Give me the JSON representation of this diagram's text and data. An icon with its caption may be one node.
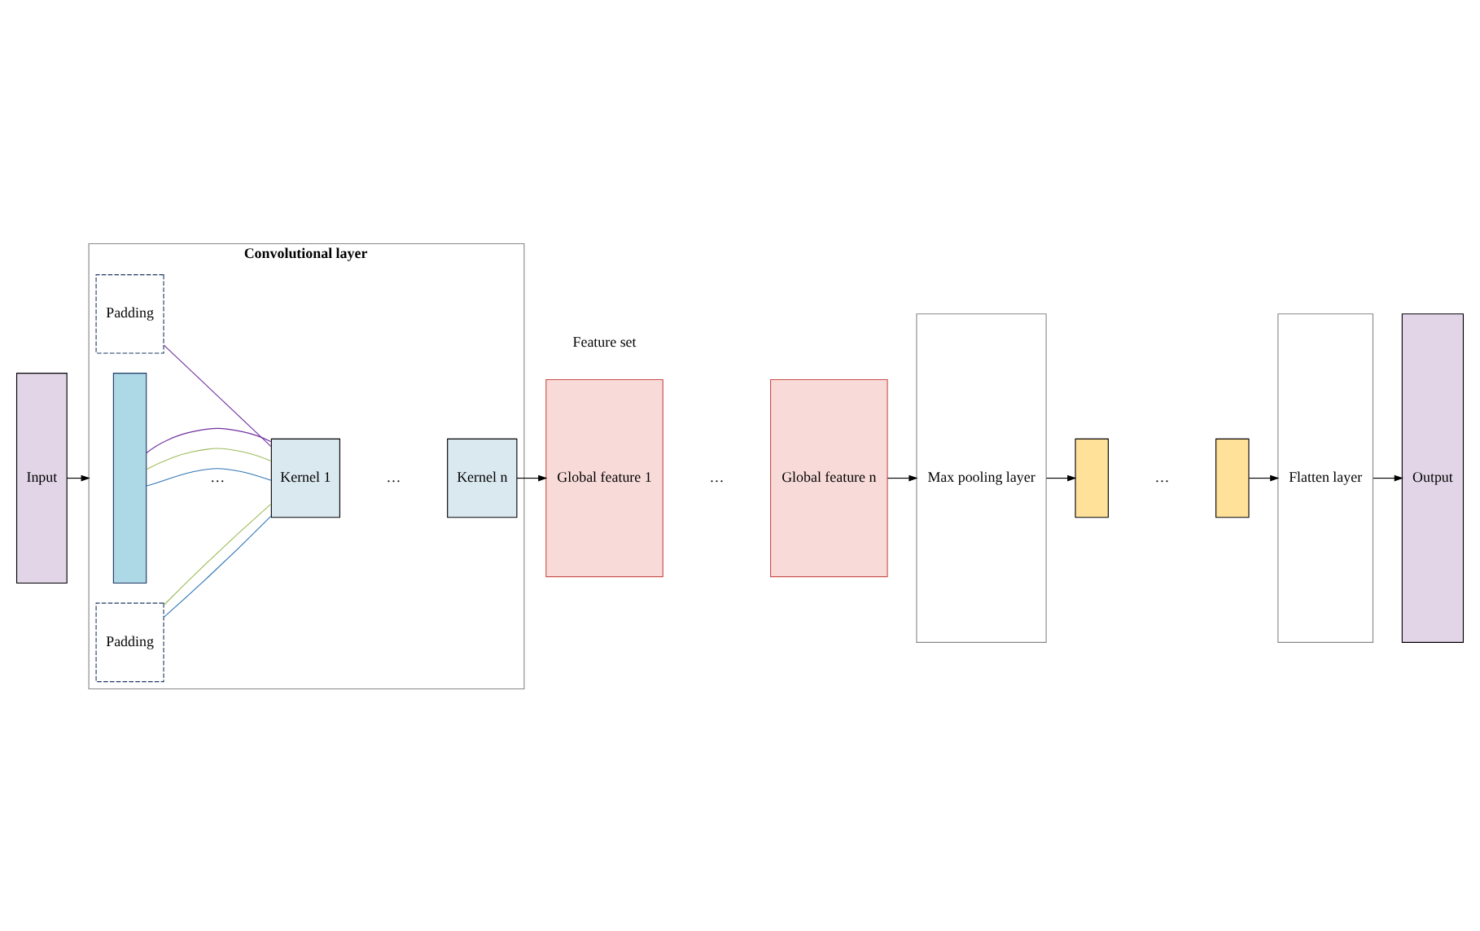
{
  "diagram": {
    "nodes": [
      {
        "text": [
          "Input"
        ]
      },
      {
        "text": [
          "Convolutional layer"
        ]
      },
      {
        "text": [
          "Padding"
        ],
        "in": 1
      },
      {
        "text": [],
        "shape": "box",
        "in": 1
      },
      {
        "text": [
          "Padding"
        ],
        "in": 1
      },
      {
        "text": [
          "Kernel 1"
        ],
        "in": 1
      },
      {
        "text": [
          "Kernel n"
        ],
        "in": 1
      },
      {
        "text": [
          "Global feature 1"
        ]
      },
      {
        "text": [
          "Global feature n"
        ]
      },
      {
        "text": [
          "Max pooling layer"
        ]
      },
      {
        "text": [],
        "shape": "box"
      },
      {
        "text": [],
        "shape": "box"
      },
      {
        "text": [
          "Flatten layer"
        ]
      },
      {
        "text": [
          "Output"
        ]
      }
    ],
    "edges": [
      {
        "from": 0,
        "to": 1,
        "arrow": "to"
      },
      {
        "from": 2,
        "to": 5,
        "arrow": "none",
        "color": "#2e75b6"
      },
      {
        "from": 2,
        "to": 5,
        "arrow": "none",
        "color": "#9bbb59"
      },
      {
        "from": 3,
        "to": 5,
        "arrow": "none",
        "color": "#2e75b6"
      },
      {
        "from": 3,
        "to": 5,
        "arrow": "none",
        "color": "#9bbb59"
      },
      {
        "from": 3,
        "to": 5,
        "arrow": "none",
        "color": "#7030a0"
      },
      {
        "from": 4,
        "to": 5,
        "arrow": "none",
        "color": "#7030a0"
      },
      {
        "from": 6,
        "to": 7,
        "arrow": "to"
      },
      {
        "from": 8,
        "to": 9,
        "arrow": "to"
      },
      {
        "from": 9,
        "to": 10,
        "arrow": "to"
      },
      {
        "from": 11,
        "to": 12,
        "arrow": "to"
      },
      {
        "from": 12,
        "to": 13,
        "arrow": "to"
      }
    ],
    "labels": [
      "Feature set",
      "…",
      "…",
      "…",
      "…"
    ]
  }
}
